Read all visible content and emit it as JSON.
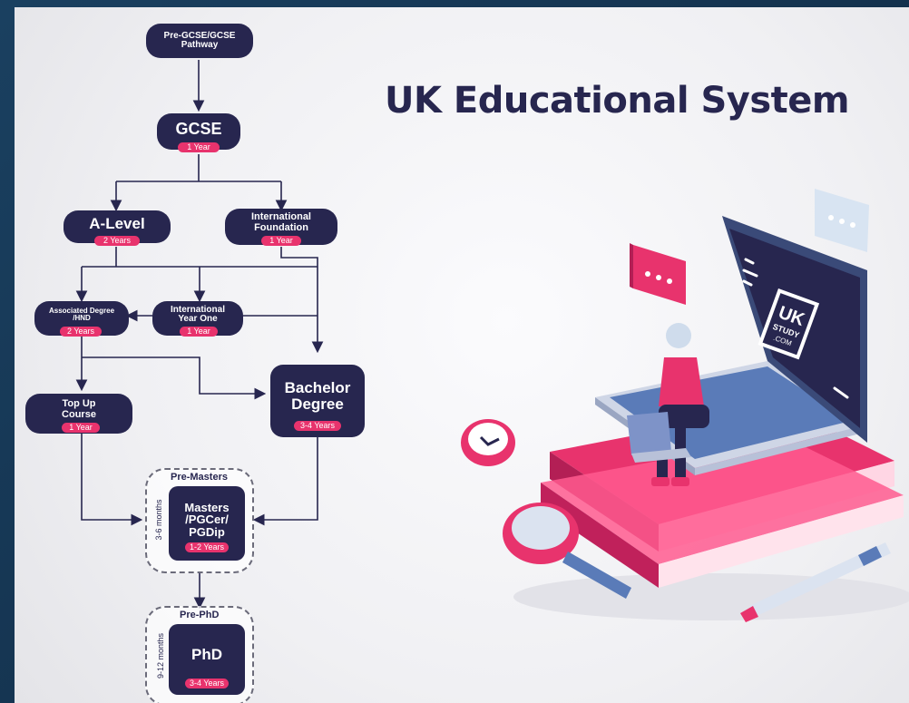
{
  "title": "UK Educational System",
  "nodes": {
    "pregcse": {
      "label": "Pre-GCSE/GCSE Pathway"
    },
    "gcse": {
      "label": "GCSE",
      "duration": "1 Year"
    },
    "alevel": {
      "label": "A-Level",
      "duration": "2 Years"
    },
    "intl_foundation": {
      "label": "International Foundation",
      "duration": "1 Year"
    },
    "assoc_degree": {
      "label": "Associated Degree /HND",
      "duration": "2 Years"
    },
    "intl_year_one": {
      "label": "International Year One",
      "duration": "1 Year"
    },
    "bachelor": {
      "label": "Bachelor Degree",
      "duration": "3-4 Years"
    },
    "top_up": {
      "label": "Top Up Course",
      "duration": "1 Year"
    },
    "masters": {
      "label": "Masters /PGCer/ PGDip",
      "duration": "1-2 Years",
      "group_label": "Pre-Masters",
      "group_duration": "3-6 months"
    },
    "phd": {
      "label": "PhD",
      "duration": "3-4 Years",
      "group_label": "Pre-PhD",
      "group_duration": "9-12 months"
    }
  },
  "illustration": {
    "laptop_logo_line1": "UK",
    "laptop_logo_line2": "STUDY",
    "laptop_logo_line3": ".COM"
  },
  "colors": {
    "navy": "#27264f",
    "pink": "#e8336d",
    "background": "#f0f0f3"
  }
}
